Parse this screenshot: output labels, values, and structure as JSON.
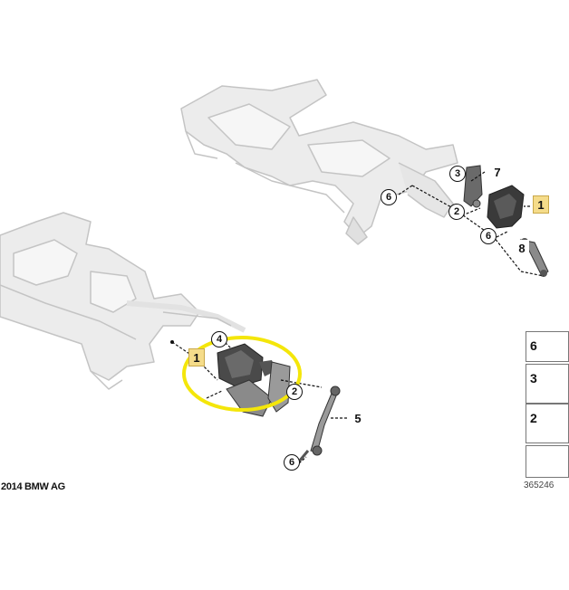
{
  "copyright": "2014 BMW AG",
  "reference_number": "365246",
  "colors": {
    "highlight_ellipse": "#f4e60a",
    "label_highlight": "#f5dc8a",
    "frame_gray": "#d8d8d8"
  },
  "callouts": {
    "rear_label_7": "7",
    "rear_label_3": "3",
    "rear_label_6a": "6",
    "rear_label_2": "2",
    "rear_label_1": "1",
    "rear_label_6b": "6",
    "rear_label_8": "8",
    "front_label_4": "4",
    "front_label_1": "1",
    "front_label_2": "2",
    "front_label_5": "5",
    "front_label_6": "6"
  },
  "legend": [
    {
      "number": "6",
      "icon": "hex-nut-icon"
    },
    {
      "number": "3",
      "icon": "hex-bolt-icon"
    },
    {
      "number": "2",
      "icon": "socket-bolt-icon"
    },
    {
      "number": "",
      "icon": "arrow-down-left-icon"
    }
  ]
}
